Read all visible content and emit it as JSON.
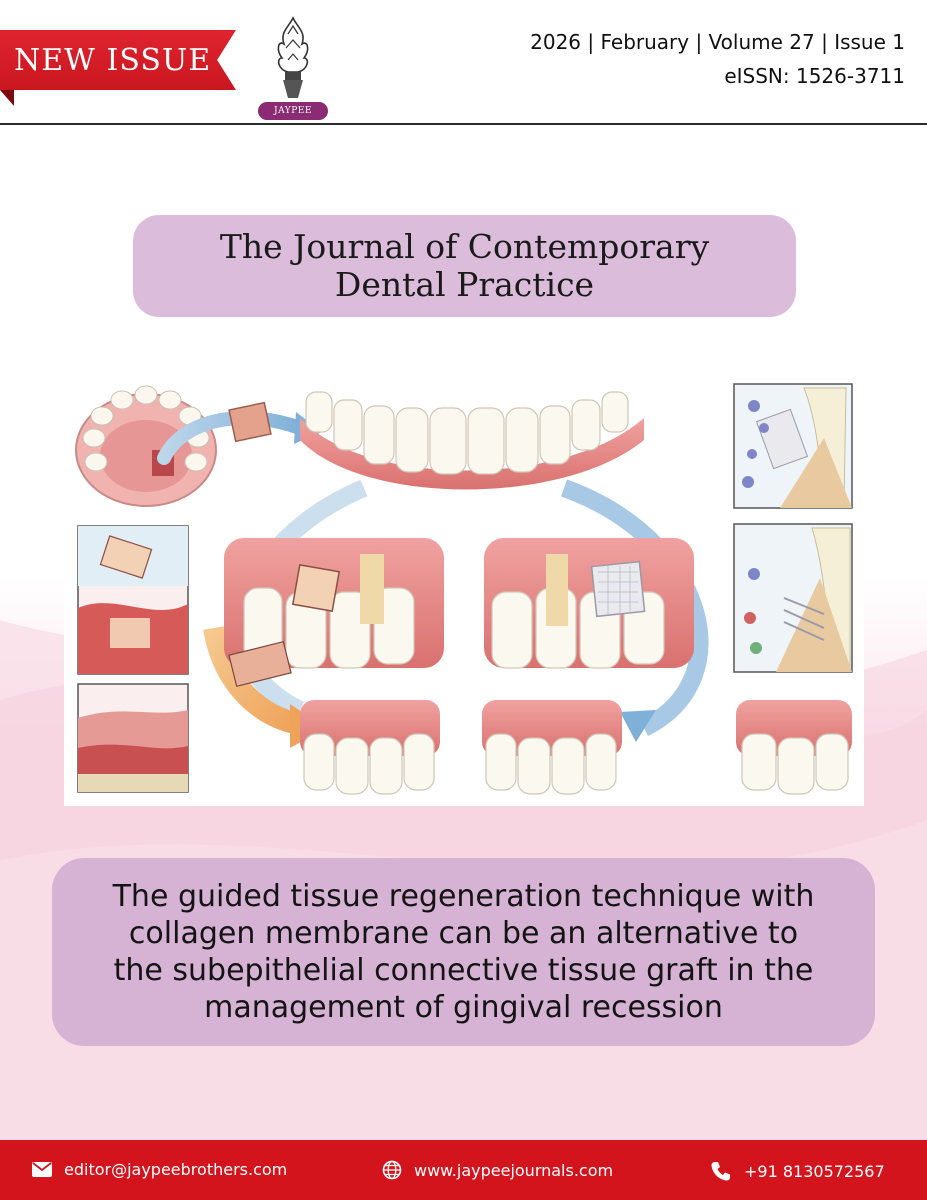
{
  "header": {
    "badge": "NEW ISSUE",
    "logo_text": "JAYPEE",
    "issue_line": "2026 | February | Volume 27 | Issue 1",
    "issn_line": "eISSN: 1526-3711"
  },
  "journal": {
    "title_line_1": "The Journal of Contemporary",
    "title_line_2": "Dental Practice"
  },
  "summary": {
    "line_1": "The guided tissue regeneration technique with",
    "line_2": "collagen membrane can be an alternative to",
    "line_3": "the subepithelial connective tissue graft in the",
    "line_4": "management of gingival recession"
  },
  "footer": {
    "email": "editor@jaypeebrothers.com",
    "website": "www.jaypeejournals.com",
    "phone": "+91 8130572567"
  },
  "icons": {
    "email": "envelope-icon",
    "website": "globe-icon",
    "phone": "phone-icon"
  },
  "colors": {
    "ribbon": "#d4141d",
    "title_box": "#dcbcdb",
    "summary_box": "#d6b3d4",
    "footer": "#d4141d",
    "logo_badge": "#8a2b74"
  }
}
